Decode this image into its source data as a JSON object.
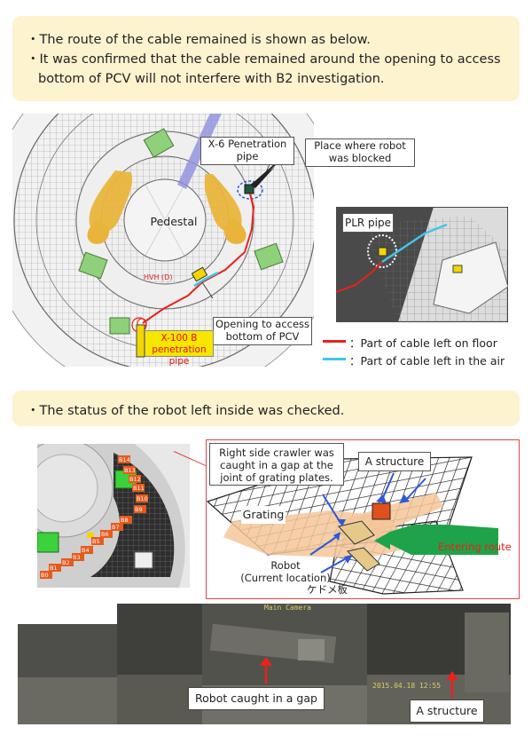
{
  "notes": {
    "route_bullet_1": "・The route of the cable remained is shown as below.",
    "route_bullet_2a": "・It was confirmed that the cable remained around the opening to access",
    "route_bullet_2b": "bottom of PCV will not interfere with B2 investigation.",
    "status_bullet": "・The status of the robot left inside was checked."
  },
  "map": {
    "pedestal_label": "Pedestal",
    "hvh_label": "HVH (D)",
    "x6_label_line1": "X-6 Penetration",
    "x6_label_line2": "pipe",
    "blocked_line1": "Place where robot",
    "blocked_line2": "was blocked",
    "opening_line1": "Opening to access",
    "opening_line2": "bottom of PCV",
    "x100b_line1": "X-100 B",
    "x100b_line2": "penetration pipe",
    "plr_label": "PLR pipe"
  },
  "legend": {
    "floor": "：Part of cable left on floor",
    "air": "：Part of cable left in the air",
    "floor_color": "#e8221c",
    "air_color": "#3fc6e8"
  },
  "detail": {
    "crawler_line1": "Right side crawler was",
    "crawler_line2": "caught in  a gap at the",
    "crawler_line3": "joint of grating plates.",
    "structure_label": "A structure",
    "grating_label": "Grating",
    "entering_label": "Entering route",
    "robot_line1": "Robot",
    "robot_line2": "(Current location)",
    "kedome_label": "ケドメ板"
  },
  "grid_labels": [
    "B14",
    "B13",
    "B12",
    "B11",
    "B10",
    "B9",
    "B8",
    "B7",
    "B6",
    "B5",
    "B4",
    "B3",
    "B2",
    "B1",
    "B0"
  ],
  "photos": {
    "gap_label": "Robot caught in a gap",
    "structure_label": "A structure",
    "camera_text": "Main Camera",
    "timestamp": "2015.04.18 12:55"
  }
}
